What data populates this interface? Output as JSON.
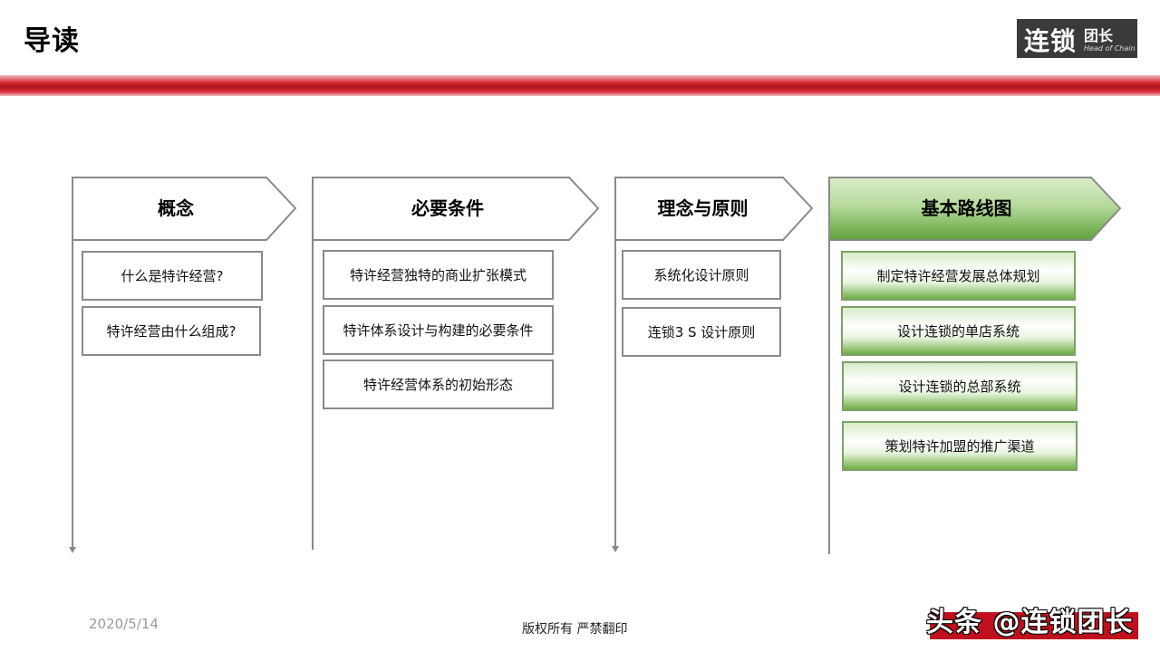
{
  "title": "导读",
  "logo": {
    "main": "连锁",
    "sub": "团长",
    "en": "Head of Chain"
  },
  "columns": [
    {
      "header": "概念",
      "items": [
        "什么是特许经营?",
        "特许经营由什么组成?"
      ]
    },
    {
      "header": "必要条件",
      "items": [
        "特许经营独特的商业扩张模式",
        "特许体系设计与构建的必要条件",
        "特许经营体系的初始形态"
      ]
    },
    {
      "header": "理念与原则",
      "items": [
        "系统化设计原则",
        "连锁3 S 设计原则"
      ]
    },
    {
      "header": "基本路线图",
      "items": [
        "制定特许经营发展总体规划",
        "设计连锁的单店系统",
        "设计连锁的总部系统",
        "策划特许加盟的推广渠道"
      ]
    }
  ],
  "footer": {
    "date": "2020/5/14",
    "copyright": "版权所有  严禁翻印"
  },
  "watermark": "头条 @连锁团长",
  "colors": {
    "band_red": "#c8202c",
    "accent_green": "#6fae45",
    "line_gray": "#8a8a8a"
  }
}
